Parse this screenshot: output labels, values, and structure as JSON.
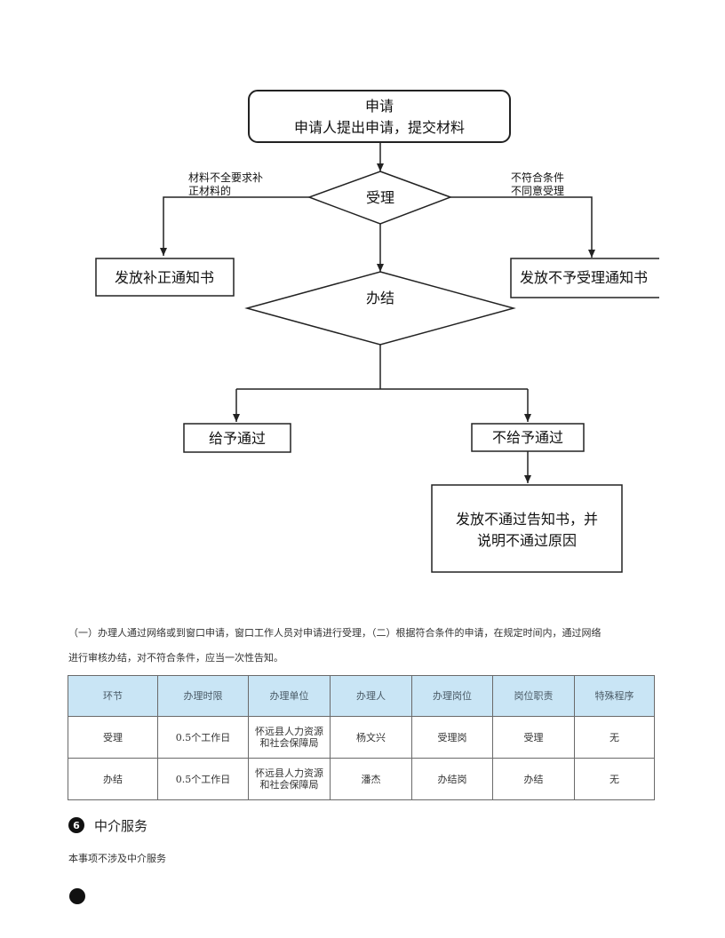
{
  "flowchart": {
    "apply_title": "申请",
    "apply_desc": "申请人提出申请，提交材料",
    "left_branch_note_1": "材料不全要求补",
    "left_branch_note_2": "正材料的",
    "accept": "受理",
    "right_branch_note_1": "不符合条件",
    "right_branch_note_2": "不同意受理",
    "supplement_notice": "发放补正通知书",
    "reject_notice": "发放不予受理通知书",
    "conclude": "办结",
    "approve": "给予通过",
    "disapprove": "不给予通过",
    "fail_notice_1": "发放不通过告知书，并",
    "fail_notice_2": "说明不通过原因"
  },
  "description": {
    "line1": "（一）办理人通过网络或到窗口申请，窗口工作人员对申请进行受理，（二）根据符合条件的申请，在规定时间内，通过网络",
    "line2": "进行审核办结，对不符合条件，应当一次性告知。"
  },
  "table": {
    "headers": [
      "环节",
      "办理时限",
      "办理单位",
      "办理人",
      "办理岗位",
      "岗位职责",
      "特殊程序"
    ],
    "rows": [
      [
        "受理",
        "0.5个工作日",
        "怀远县人力资源和社会保障局",
        "杨文兴",
        "受理岗",
        "受理",
        "无"
      ],
      [
        "办结",
        "0.5个工作日",
        "怀远县人力资源和社会保障局",
        "潘杰",
        "办结岗",
        "办结",
        "无"
      ]
    ]
  },
  "section6": {
    "number": "6",
    "title": "中介服务",
    "body": "本事项不涉及中介服务"
  }
}
